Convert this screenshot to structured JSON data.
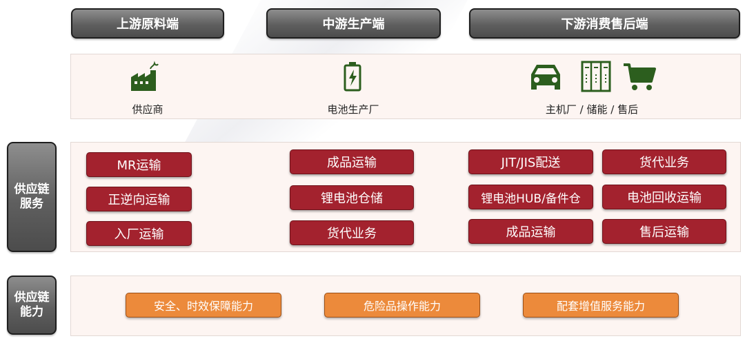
{
  "segments": {
    "upstream": "上游原料端",
    "midstream": "中游生产端",
    "downstream": "下游消费售后端"
  },
  "icons_row": {
    "supplier": {
      "icon": "factory-icon",
      "label": "供应商"
    },
    "battery_plant": {
      "icon": "battery-icon",
      "label": "电池生产厂"
    },
    "oem": {
      "icons": [
        "car-icon",
        "storage-cabinet-icon",
        "shopping-cart-icon"
      ],
      "label": "主机厂 / 储能 / 售后"
    }
  },
  "side_labels": {
    "services": {
      "line1": "供应链",
      "line2": "服务"
    },
    "capability": {
      "line1": "供应链",
      "line2": "能力"
    }
  },
  "services": {
    "upstream": [
      "MR运输",
      "正逆向运输",
      "入厂运输"
    ],
    "midstream": [
      "成品运输",
      "锂电池仓储",
      "货代业务"
    ],
    "downstream_left": [
      "JIT/JIS配送",
      "锂电池HUB/备件仓",
      "成品运输"
    ],
    "downstream_right": [
      "货代业务",
      "电池回收运输",
      "售后运输"
    ]
  },
  "capabilities": [
    "安全、时效保障能力",
    "危险品操作能力",
    "配套增值服务能力"
  ],
  "colors": {
    "header_gray": "#5f5f5f",
    "service_red": "#a3222e",
    "capability_orange": "#ec8a3b",
    "icon_green": "#2c5e1e",
    "row_background": "#fdf5f2"
  }
}
